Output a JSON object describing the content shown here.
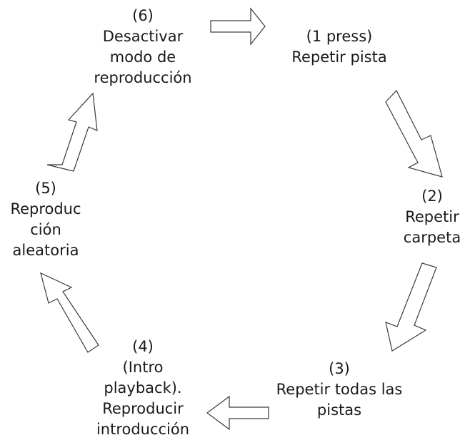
{
  "nodes": [
    {
      "id": "step-1",
      "number": "(1 press)",
      "lines": [
        "Repetir pista"
      ]
    },
    {
      "id": "step-2",
      "number": "(2)",
      "lines": [
        "Repetir",
        "carpeta"
      ]
    },
    {
      "id": "step-3",
      "number": "(3)",
      "lines": [
        "Repetir todas las",
        "pistas"
      ]
    },
    {
      "id": "step-4",
      "number": "(4)",
      "lines": [
        "(Intro",
        "playback).",
        "Reproducir",
        "introducción"
      ]
    },
    {
      "id": "step-5",
      "number": "(5)",
      "lines": [
        "Reproduc",
        "ción",
        "aleatoria"
      ]
    },
    {
      "id": "step-6",
      "number": "(6)",
      "lines": [
        "Desactivar",
        "modo de",
        "reproducción"
      ]
    }
  ]
}
